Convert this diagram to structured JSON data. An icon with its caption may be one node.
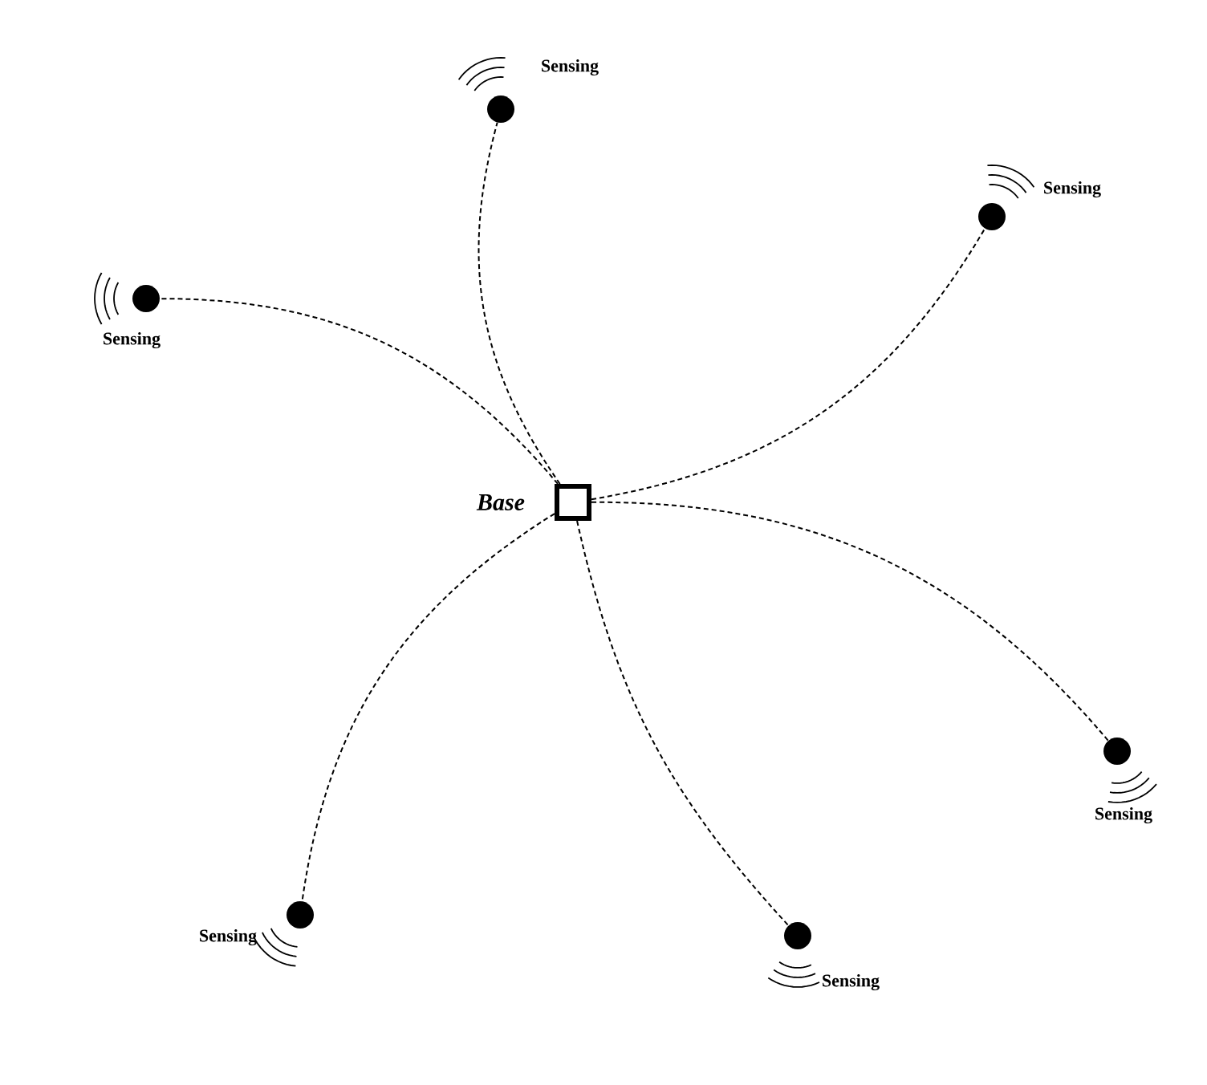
{
  "diagram": {
    "nodes": [
      {
        "text": [],
        "shape": "circle",
        "beside": [
          "Sensing"
        ]
      },
      {
        "text": [],
        "shape": "circle",
        "beside": [
          "Sensing"
        ]
      },
      {
        "text": [],
        "shape": "circle",
        "beside": [
          "Sensing"
        ]
      },
      {
        "text": [],
        "shape": "box",
        "beside": [
          "Base"
        ]
      },
      {
        "text": [],
        "shape": "circle",
        "beside": [
          "Sensing"
        ]
      },
      {
        "text": [],
        "shape": "circle",
        "beside": [
          "Sensing"
        ]
      },
      {
        "text": [],
        "shape": "circle",
        "beside": [
          "Sensing"
        ]
      }
    ],
    "edges": [
      {
        "from": 3,
        "to": 0,
        "arrow": "none",
        "style": "dashed"
      },
      {
        "from": 3,
        "to": 1,
        "arrow": "none",
        "style": "dashed"
      },
      {
        "from": 3,
        "to": 2,
        "arrow": "none",
        "style": "dashed"
      },
      {
        "from": 3,
        "to": 4,
        "arrow": "none",
        "style": "dashed"
      },
      {
        "from": 3,
        "to": 5,
        "arrow": "none",
        "style": "dashed"
      },
      {
        "from": 3,
        "to": 6,
        "arrow": "none",
        "style": "dashed"
      }
    ]
  }
}
